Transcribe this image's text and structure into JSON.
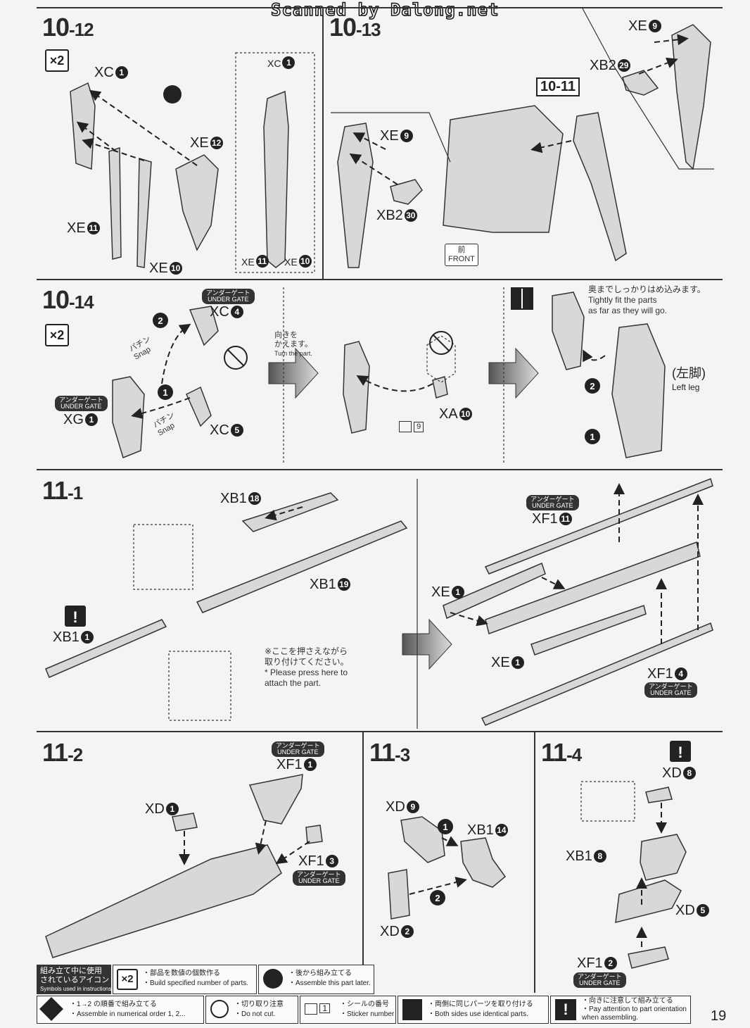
{
  "header": {
    "watermark": "Scanned by Dalong.net"
  },
  "steps": {
    "s10_12": {
      "major": "10",
      "minor": "-12"
    },
    "s10_13": {
      "major": "10",
      "minor": "-13"
    },
    "s10_14": {
      "major": "10",
      "minor": "-14"
    },
    "s11_1": {
      "major": "11",
      "minor": "-1"
    },
    "s11_2": {
      "major": "11",
      "minor": "-2"
    },
    "s11_3": {
      "major": "11",
      "minor": "-3"
    },
    "s11_4": {
      "major": "11",
      "minor": "-4"
    }
  },
  "parts": {
    "p1012": [
      {
        "code": "XC",
        "num": "1"
      },
      {
        "code": "XE",
        "num": "12"
      },
      {
        "code": "XE",
        "num": "11"
      },
      {
        "code": "XE",
        "num": "10"
      }
    ],
    "p1012_inset": [
      {
        "code": "XC",
        "num": "1"
      },
      {
        "code": "XE",
        "num": "11"
      },
      {
        "code": "XE",
        "num": "10"
      }
    ],
    "p1013": [
      {
        "code": "XE",
        "num": "9"
      },
      {
        "code": "XB2",
        "num": "29"
      },
      {
        "code": "XE",
        "num": "9"
      },
      {
        "code": "XB2",
        "num": "30"
      }
    ],
    "p1014": [
      {
        "code": "XC",
        "num": "4"
      },
      {
        "code": "XG",
        "num": "1"
      },
      {
        "code": "XC",
        "num": "5"
      },
      {
        "code": "XA",
        "num": "10"
      }
    ],
    "p111": [
      {
        "code": "XB1",
        "num": "18"
      },
      {
        "code": "XB1",
        "num": "19"
      },
      {
        "code": "XB1",
        "num": "1"
      },
      {
        "code": "XF1",
        "num": "11"
      },
      {
        "code": "XE",
        "num": "1"
      },
      {
        "code": "XE",
        "num": "1"
      },
      {
        "code": "XF1",
        "num": "4"
      }
    ],
    "p112": [
      {
        "code": "XF1",
        "num": "1"
      },
      {
        "code": "XD",
        "num": "1"
      },
      {
        "code": "XF1",
        "num": "3"
      }
    ],
    "p113": [
      {
        "code": "XD",
        "num": "9"
      },
      {
        "code": "XB1",
        "num": "14"
      },
      {
        "code": "XD",
        "num": "2"
      }
    ],
    "p114": [
      {
        "code": "XD",
        "num": "8"
      },
      {
        "code": "XB1",
        "num": "8"
      },
      {
        "code": "XD",
        "num": "5"
      },
      {
        "code": "XF1",
        "num": "2"
      }
    ]
  },
  "ref_1011": "10-11",
  "front": {
    "jp": "前",
    "en": "FRONT"
  },
  "x2": "×2",
  "gate": {
    "jp": "アンダーゲート",
    "en": "UNDER GATE"
  },
  "snap": {
    "jp": "パチン",
    "en": "Snap"
  },
  "notes": {
    "turn_jp1": "向きを",
    "turn_jp2": "かえます。",
    "turn_en": "Turn the part.",
    "fit_jp": "奥までしっかりはめ込みます。",
    "fit_en1": "Tightly fit the parts",
    "fit_en2": "as far as they will go.",
    "leftleg_jp": "(左脚)",
    "leftleg_en": "Left leg",
    "press_jp1": "※ここを押さえながら",
    "press_jp2": "取り付けてください。",
    "press_en1": "* Please press here to",
    "press_en2": "attach the part.",
    "sticker_num": "9"
  },
  "legend": {
    "title_jp1": "組み立て中に使用",
    "title_jp2": "されているアイコン",
    "title_en": "Symbols used in instructions",
    "x2_jp": "・部品を数値の個数作る",
    "x2_en": "・Build specified number of parts.",
    "later_jp": "・後から組み立てる",
    "later_en": "・Assemble this part later.",
    "order_jp": "・1→2 の順番で組み立てる",
    "order_en": "・Assemble in numerical order 1, 2...",
    "nocut_jp": "・切り取り注意",
    "nocut_en": "・Do not cut.",
    "sticker_jp": "・シールの番号",
    "sticker_en": "・Sticker number",
    "sticker_icon": "1",
    "both_jp": "・両側に同じパーツを取り付ける",
    "both_en": "・Both sides use identical parts.",
    "orient_jp": "・向きに注意して組み立てる",
    "orient_en1": "・Pay attention to part orientation",
    "orient_en2": "when assembling."
  },
  "page_number": "19"
}
